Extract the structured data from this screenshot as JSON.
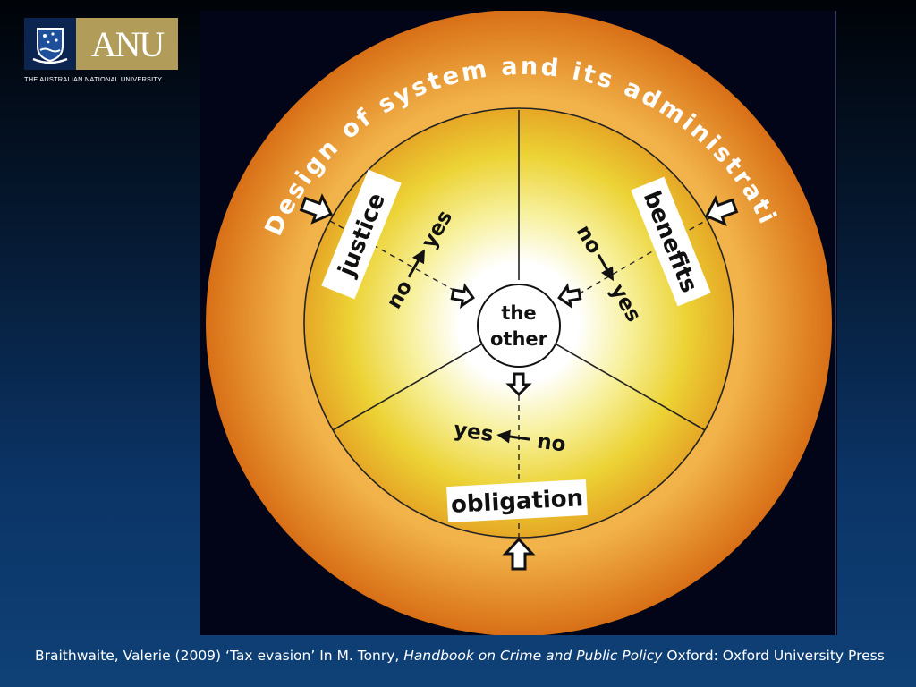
{
  "logo": {
    "wordmark": "ANU",
    "subtitle": "THE AUSTRALIAN NATIONAL UNIVERSITY",
    "icon": "anu-crest-icon"
  },
  "diagram": {
    "outer_ring_label": "Design of system and its administration",
    "center_label_line1": "the",
    "center_label_line2": "other",
    "sectors": {
      "justice": {
        "label": "justice",
        "yes": "yes",
        "no": "no"
      },
      "benefits": {
        "label": "benefits",
        "yes": "yes",
        "no": "no"
      },
      "obligation": {
        "label": "obligation",
        "yes": "yes",
        "no": "no"
      }
    },
    "colors": {
      "outer_ring": "#e07d1c",
      "inner_glow": "#ffffff",
      "mid_yellow": "#f3d629",
      "panel_bg": "#020418"
    }
  },
  "citation": {
    "part1": "Braithwaite, Valerie (2009) ‘Tax evasion’ In M. Tonry, ",
    "italic": "Handbook on Crime and Public Policy",
    "part2": " Oxford: Oxford University Press"
  }
}
